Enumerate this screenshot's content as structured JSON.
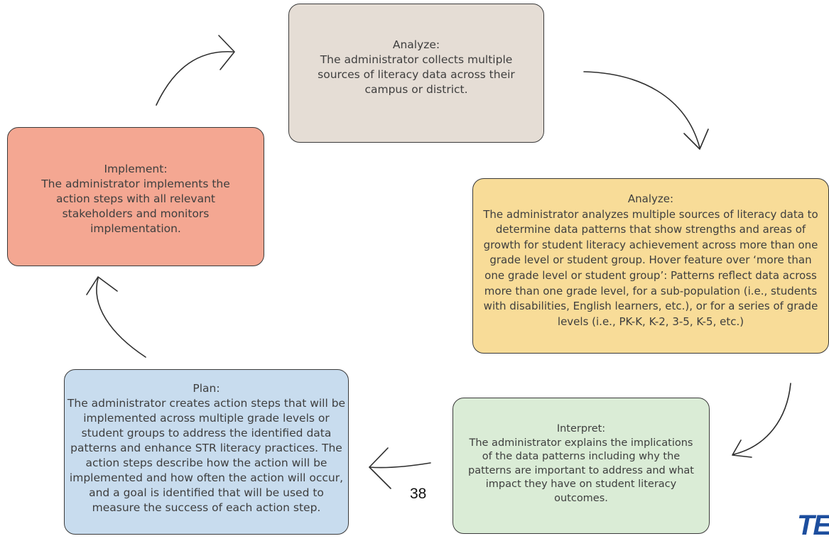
{
  "diagram": {
    "steps": [
      {
        "id": "collect",
        "title": "Analyze:",
        "text": "The administrator collects multiple sources of literacy data across their campus or district.",
        "color": "#e5ddd5"
      },
      {
        "id": "analyze",
        "title": "Analyze:",
        "text": "The administrator analyzes multiple sources of literacy data to determine data patterns that show strengths and areas of growth for student literacy achievement across more than one grade level or student group. Hover feature over ‘more than one grade level or student group’: Patterns reflect data across more than one grade level, for a sub-population (i.e., students with disabilities, English learners, etc.), or for a series of grade levels (i.e., PK-K, K-2, 3-5, K-5, etc.)",
        "color": "#f8dc98"
      },
      {
        "id": "interpret",
        "title": "Interpret:",
        "text": "The administrator explains the implications of the data patterns including why the patterns are important to address and what impact they have on student literacy outcomes.",
        "color": "#daecd6"
      },
      {
        "id": "plan",
        "title": "Plan:",
        "text": "The administrator creates action steps that will be implemented across multiple grade levels or student groups to address the identified data patterns and enhance STR literacy practices. The action steps describe how the action will be implemented and how often the action will occur, and a goal is identified that will be used to measure the success of each action step.",
        "color": "#c8dcee"
      },
      {
        "id": "implement",
        "title": "Implement:",
        "text": "The administrator implements the action steps with all relevant stakeholders and monitors implementation.",
        "color": "#f4a792"
      }
    ],
    "connectors": [
      {
        "from": "collect",
        "to": "analyze"
      },
      {
        "from": "analyze",
        "to": "interpret"
      },
      {
        "from": "interpret",
        "to": "plan"
      },
      {
        "from": "plan",
        "to": "implement"
      },
      {
        "from": "implement",
        "to": "collect"
      }
    ]
  },
  "page_number": "38",
  "logo_text": "TE"
}
